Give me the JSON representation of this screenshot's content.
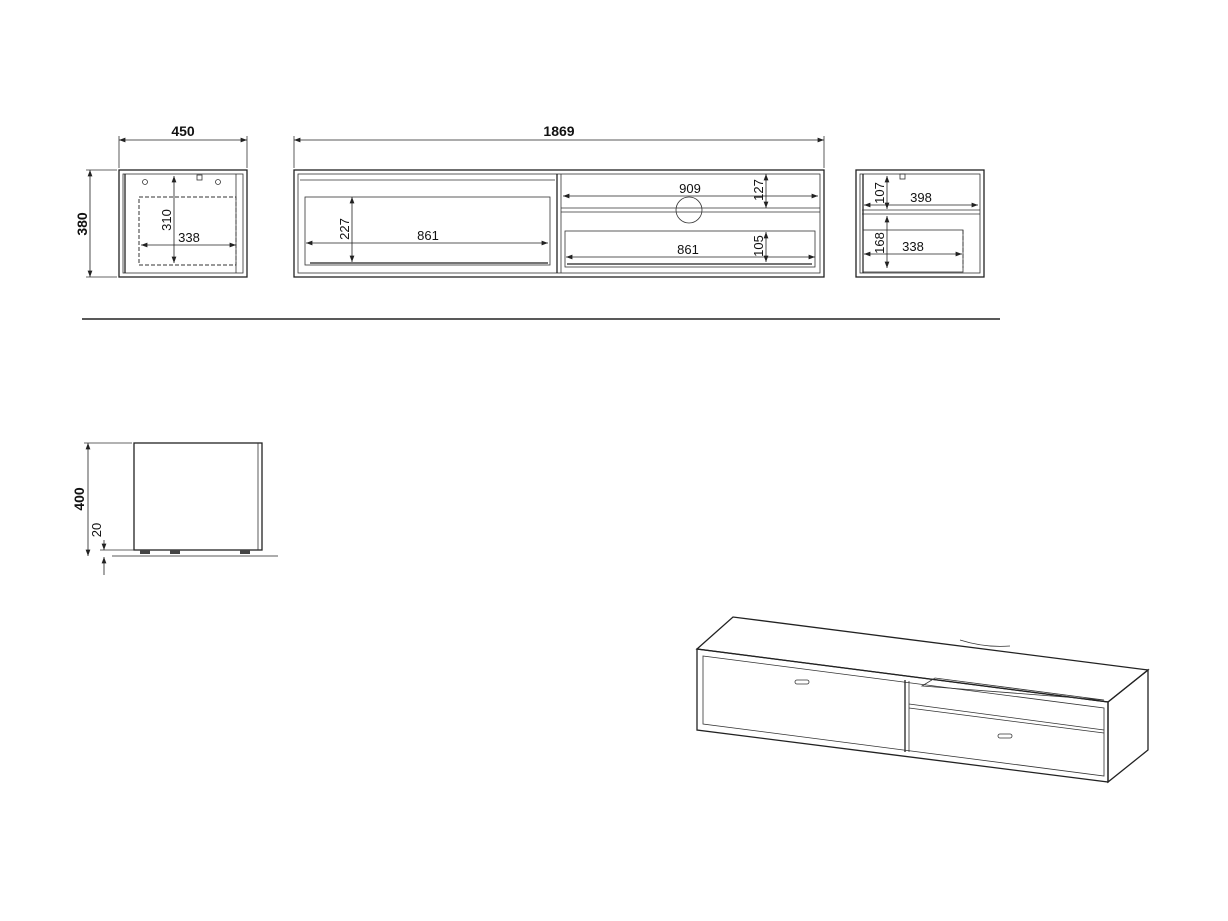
{
  "dimensions": {
    "left_side_width": "450",
    "height": "380",
    "left_inner_height": "310",
    "left_inner_width": "338",
    "total_width": "1869",
    "left_compartment_height": "227",
    "left_compartment_width": "861",
    "open_shelf_width": "909",
    "open_shelf_height": "127",
    "drawer_width": "861",
    "drawer_height": "105",
    "right_upper_height": "107",
    "right_upper_width": "398",
    "right_lower_height": "168",
    "right_lower_width": "338",
    "side_height": "400",
    "leg_height": "20"
  },
  "colors": {
    "line": "#222222",
    "background": "#ffffff"
  }
}
